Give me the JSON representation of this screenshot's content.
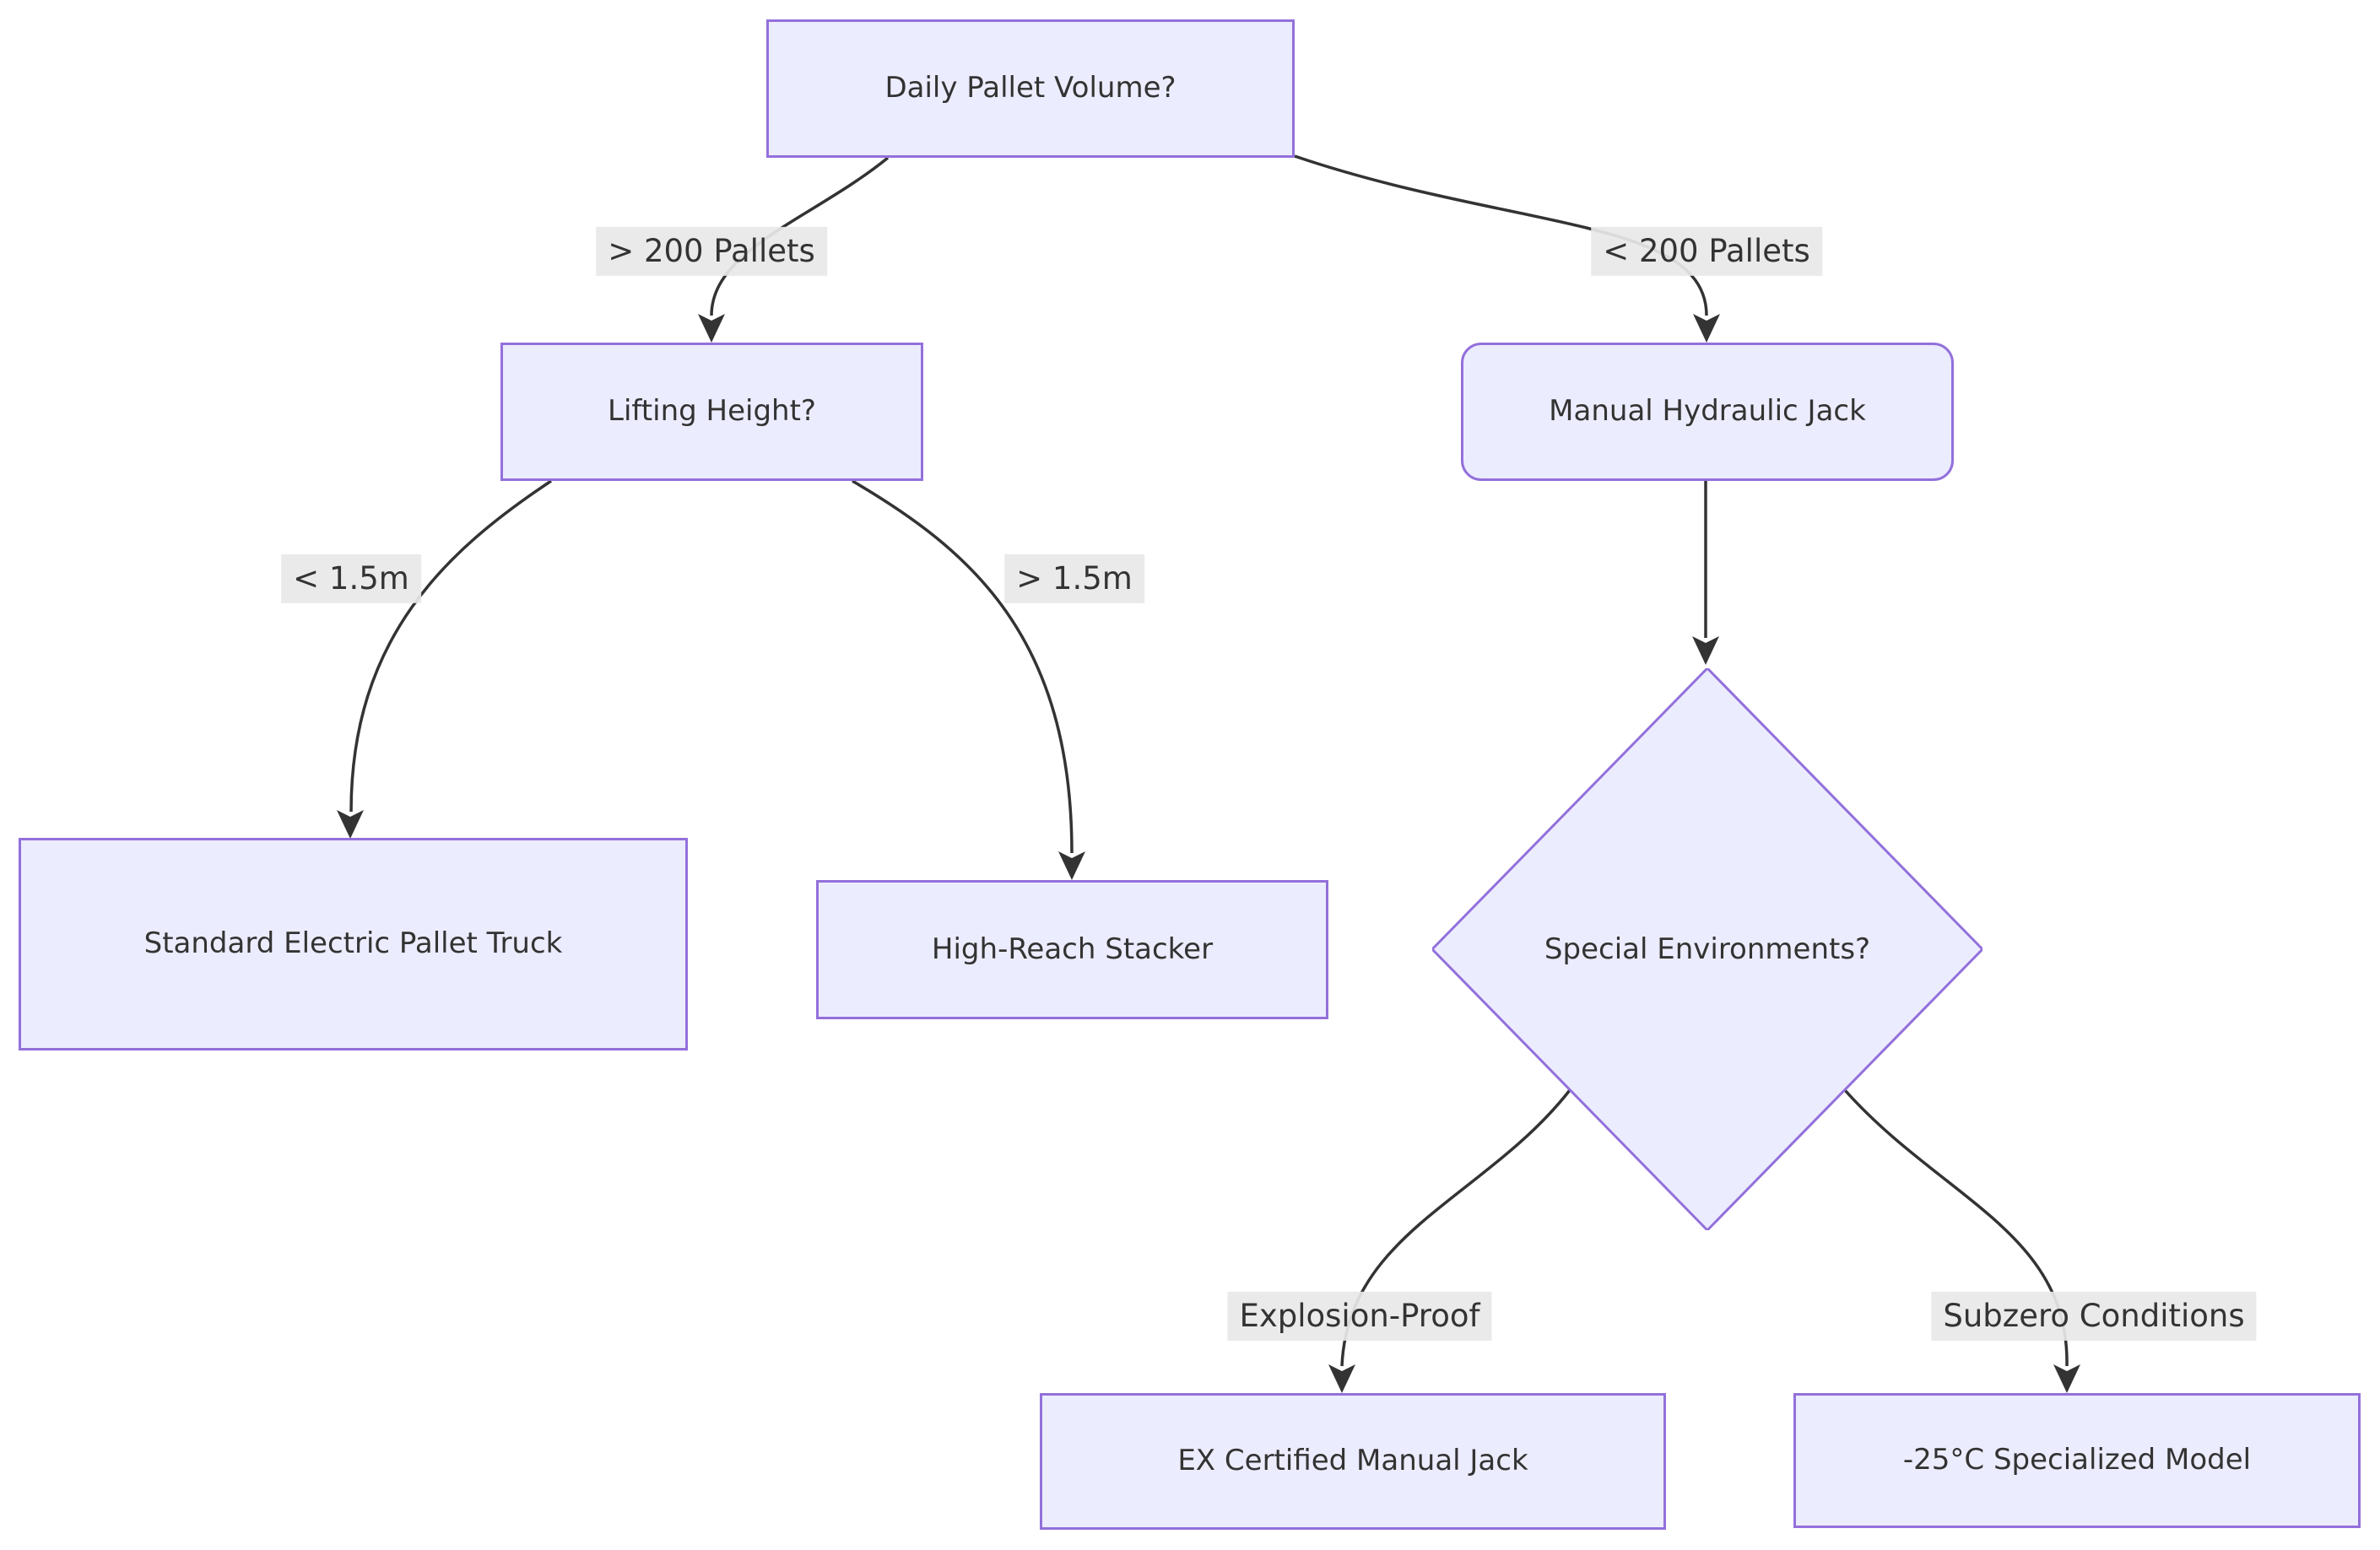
{
  "diagram": {
    "type": "flowchart",
    "direction": "top-down",
    "nodes": {
      "daily_volume": {
        "label": "Daily Pallet Volume?",
        "shape": "rect"
      },
      "lifting_height": {
        "label": "Lifting Height?",
        "shape": "rect"
      },
      "manual_jack": {
        "label": "Manual Hydraulic Jack",
        "shape": "rounded-rect"
      },
      "standard_electric": {
        "label": "Standard Electric Pallet Truck",
        "shape": "rect"
      },
      "high_reach": {
        "label": "High-Reach Stacker",
        "shape": "rect"
      },
      "special_env": {
        "label": "Special Environments?",
        "shape": "diamond"
      },
      "ex_certified": {
        "label": "EX Certified Manual Jack",
        "shape": "rect"
      },
      "subzero_model": {
        "label": "-25°C Specialized Model",
        "shape": "rect"
      }
    },
    "edge_labels": {
      "gt200": "> 200 Pallets",
      "lt200": "< 200 Pallets",
      "lt15": "< 1.5m",
      "gt15": "> 1.5m",
      "explosion": "Explosion-Proof",
      "subzero": "Subzero Conditions"
    },
    "edges": [
      {
        "from": "daily_volume",
        "to": "lifting_height",
        "label": "> 200 Pallets"
      },
      {
        "from": "daily_volume",
        "to": "manual_jack",
        "label": "< 200 Pallets"
      },
      {
        "from": "lifting_height",
        "to": "standard_electric",
        "label": "< 1.5m"
      },
      {
        "from": "lifting_height",
        "to": "high_reach",
        "label": "> 1.5m"
      },
      {
        "from": "manual_jack",
        "to": "special_env",
        "label": ""
      },
      {
        "from": "special_env",
        "to": "ex_certified",
        "label": "Explosion-Proof"
      },
      {
        "from": "special_env",
        "to": "subzero_model",
        "label": "Subzero Conditions"
      }
    ],
    "colors": {
      "node_fill": "#ECECFF",
      "node_border": "#9370DB",
      "edge_line": "#333333",
      "edge_label_bg": "#e8e8e8",
      "text": "#333333",
      "background": "#ffffff"
    }
  }
}
